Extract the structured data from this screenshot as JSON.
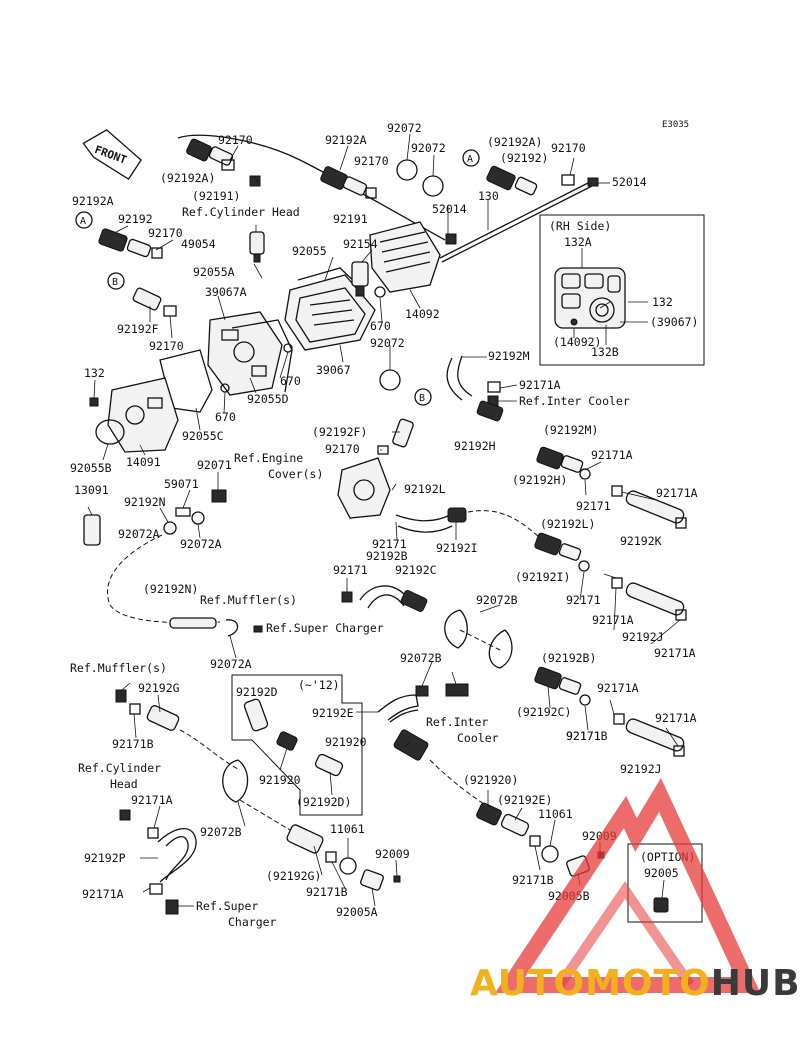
{
  "diagram_code": "E3035",
  "front_tag": "FRONT",
  "labels": [
    {
      "id": "l01",
      "text": "92170"
    },
    {
      "id": "l02",
      "text": "92192A"
    },
    {
      "id": "l03",
      "text": "92072"
    },
    {
      "id": "l04",
      "text": "92072"
    },
    {
      "id": "l05",
      "text": "(92192A)"
    },
    {
      "id": "l06",
      "text": "(92192)"
    },
    {
      "id": "l07",
      "text": "92170"
    },
    {
      "id": "l08",
      "text": "52014"
    },
    {
      "id": "l09",
      "text": "(92192A)"
    },
    {
      "id": "l10",
      "text": "(92191)"
    },
    {
      "id": "l11",
      "text": "Ref.Cylinder Head"
    },
    {
      "id": "l12",
      "text": "92170"
    },
    {
      "id": "l13",
      "text": "92191"
    },
    {
      "id": "l14",
      "text": "52014"
    },
    {
      "id": "l15",
      "text": "130"
    },
    {
      "id": "l16",
      "text": "92192A"
    },
    {
      "id": "l17",
      "text": "92192"
    },
    {
      "id": "l18",
      "text": "92170"
    },
    {
      "id": "l19",
      "text": "49054"
    },
    {
      "id": "l20",
      "text": "92055"
    },
    {
      "id": "l21",
      "text": "92154"
    },
    {
      "id": "l22",
      "text": "92055A"
    },
    {
      "id": "l23",
      "text": "39067A"
    },
    {
      "id": "l24",
      "text": "92192F"
    },
    {
      "id": "l25",
      "text": "92170"
    },
    {
      "id": "l26",
      "text": "670"
    },
    {
      "id": "l27",
      "text": "14092"
    },
    {
      "id": "l28",
      "text": "92072"
    },
    {
      "id": "l29",
      "text": "39067"
    },
    {
      "id": "l30",
      "text": "670"
    },
    {
      "id": "l31",
      "text": "92055D"
    },
    {
      "id": "l32",
      "text": "670"
    },
    {
      "id": "l33",
      "text": "132"
    },
    {
      "id": "l34",
      "text": "92055C"
    },
    {
      "id": "l35",
      "text": "14091"
    },
    {
      "id": "l36",
      "text": "92055B"
    },
    {
      "id": "l37",
      "text": "(RH Side)"
    },
    {
      "id": "l38",
      "text": "132A"
    },
    {
      "id": "l39",
      "text": "132"
    },
    {
      "id": "l40",
      "text": "(39067)"
    },
    {
      "id": "l41",
      "text": "(14092)"
    },
    {
      "id": "l42",
      "text": "132B"
    },
    {
      "id": "l43",
      "text": "92192M"
    },
    {
      "id": "l44",
      "text": "92171A"
    },
    {
      "id": "l45",
      "text": "Ref.Inter Cooler"
    },
    {
      "id": "l46",
      "text": "(92192F)"
    },
    {
      "id": "l47",
      "text": "92170"
    },
    {
      "id": "l48",
      "text": "92192H"
    },
    {
      "id": "l49",
      "text": "(92192M)"
    },
    {
      "id": "l50",
      "text": "92171A"
    },
    {
      "id": "l51",
      "text": "(92192H)"
    },
    {
      "id": "l52",
      "text": "92171"
    },
    {
      "id": "l53",
      "text": "92171A"
    },
    {
      "id": "l54",
      "text": "92192K"
    },
    {
      "id": "l55",
      "text": "Ref.Engine"
    },
    {
      "id": "l56",
      "text": "Cover(s)"
    },
    {
      "id": "l57",
      "text": "92071"
    },
    {
      "id": "l58",
      "text": "59071"
    },
    {
      "id": "l59",
      "text": "13091"
    },
    {
      "id": "l60",
      "text": "92192N"
    },
    {
      "id": "l61",
      "text": "92072A"
    },
    {
      "id": "l62",
      "text": "92072A"
    },
    {
      "id": "l63",
      "text": "92192L"
    },
    {
      "id": "l64",
      "text": "92171"
    },
    {
      "id": "l65",
      "text": "92192B"
    },
    {
      "id": "l66",
      "text": "92192I"
    },
    {
      "id": "l67",
      "text": "(92192L)"
    },
    {
      "id": "l68",
      "text": "92171"
    },
    {
      "id": "l69",
      "text": "92192C"
    },
    {
      "id": "l70",
      "text": "(92192I)"
    },
    {
      "id": "l71",
      "text": "(92192N)"
    },
    {
      "id": "l72",
      "text": "Ref.Muffler(s)"
    },
    {
      "id": "l73",
      "text": "Ref.Super Charger"
    },
    {
      "id": "l74",
      "text": "92072B"
    },
    {
      "id": "l75",
      "text": "92171"
    },
    {
      "id": "l76",
      "text": "92171A"
    },
    {
      "id": "l77",
      "text": "92192J"
    },
    {
      "id": "l78",
      "text": "92171A"
    },
    {
      "id": "l79",
      "text": "92072A"
    },
    {
      "id": "l80",
      "text": "Ref.Muffler(s)"
    },
    {
      "id": "l81",
      "text": "92192G"
    },
    {
      "id": "l82",
      "text": "92192D"
    },
    {
      "id": "l83",
      "text": "(~'12)"
    },
    {
      "id": "l84",
      "text": "92171B"
    },
    {
      "id": "l85",
      "text": "92072B"
    },
    {
      "id": "l86",
      "text": "(92192B)"
    },
    {
      "id": "l87",
      "text": "92171A"
    },
    {
      "id": "l88",
      "text": "92192E"
    },
    {
      "id": "l89",
      "text": "Ref.Inter"
    },
    {
      "id": "l90",
      "text": "Cooler"
    },
    {
      "id": "l91",
      "text": "(92192C)"
    },
    {
      "id": "l92",
      "text": "92171A"
    },
    {
      "id": "l93",
      "text": "92171B"
    },
    {
      "id": "l94",
      "text": "Ref.Cylinder"
    },
    {
      "id": "l95",
      "text": "Head"
    },
    {
      "id": "l96",
      "text": "92171A"
    },
    {
      "id": "l97",
      "text": "921920"
    },
    {
      "id": "l98",
      "text": "921920"
    },
    {
      "id": "l99",
      "text": "(92192D)"
    },
    {
      "id": "l100",
      "text": "92171"
    },
    {
      "id": "l101",
      "text": "92192J"
    },
    {
      "id": "l102",
      "text": "92072B"
    },
    {
      "id": "l103",
      "text": "(921920)"
    },
    {
      "id": "l104",
      "text": "(92192E)"
    },
    {
      "id": "l105",
      "text": "11061"
    },
    {
      "id": "l106",
      "text": "11061"
    },
    {
      "id": "l107",
      "text": "92009"
    },
    {
      "id": "l108",
      "text": "92009"
    },
    {
      "id": "l109",
      "text": "92192P"
    },
    {
      "id": "l110",
      "text": "(92192G)"
    },
    {
      "id": "l111",
      "text": "92171B"
    },
    {
      "id": "l112",
      "text": "92005A"
    },
    {
      "id": "l113",
      "text": "92171B"
    },
    {
      "id": "l114",
      "text": "92005B"
    },
    {
      "id": "l115",
      "text": "(OPTION)"
    },
    {
      "id": "l116",
      "text": "92005"
    },
    {
      "id": "l117",
      "text": "92171A"
    },
    {
      "id": "l118",
      "text": "Ref.Super"
    },
    {
      "id": "l119",
      "text": "Charger"
    }
  ],
  "callouts": [
    {
      "id": "c1",
      "text": "A"
    },
    {
      "id": "c2",
      "text": "A"
    },
    {
      "id": "c3",
      "text": "B"
    },
    {
      "id": "c4",
      "text": "B"
    }
  ],
  "watermark": {
    "part1": "AUTOMOTO",
    "part2": "HUB",
    "color1": "#f2b01e",
    "color2": "#3a3a3a",
    "triangle_color": "#e63b3b"
  }
}
